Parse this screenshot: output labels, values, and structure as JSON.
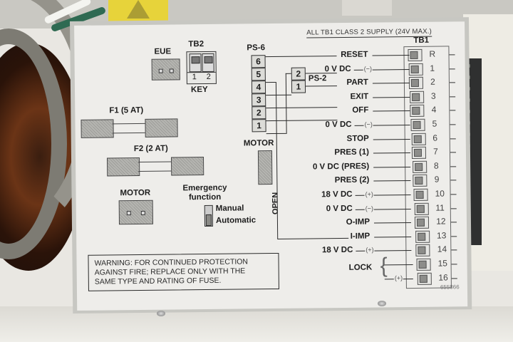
{
  "header_note": "ALL TB1 CLASS 2 SUPPLY (24V MAX.)",
  "eue": {
    "label": "EUE"
  },
  "tb2": {
    "label": "TB2",
    "pins": [
      "1",
      "2"
    ],
    "sublabel": "KEY"
  },
  "fuses": [
    {
      "label": "F1 (5 AT)"
    },
    {
      "label": "F2 (2 AT)"
    }
  ],
  "motor_left": {
    "label": "MOTOR"
  },
  "motor_center": {
    "label": "MOTOR"
  },
  "emergency": {
    "title_line1": "Emergency",
    "title_line2": "function",
    "opt_manual": "Manual",
    "opt_automatic": "Automatic"
  },
  "ps6": {
    "label": "PS-6",
    "pins": [
      "6",
      "5",
      "4",
      "3",
      "2",
      "1"
    ]
  },
  "ps2": {
    "label": "PS-2",
    "pins": [
      "2",
      "1"
    ]
  },
  "open_label": "OPEN",
  "tb1": {
    "label": "TB1",
    "terminals": [
      {
        "num": "R",
        "signal": "RESET",
        "polarity": ""
      },
      {
        "num": "1",
        "signal": "0 V DC",
        "polarity": "(−)"
      },
      {
        "num": "2",
        "signal": "PART",
        "polarity": ""
      },
      {
        "num": "3",
        "signal": "EXIT",
        "polarity": ""
      },
      {
        "num": "4",
        "signal": "OFF",
        "polarity": ""
      },
      {
        "num": "5",
        "signal": "0 V DC",
        "polarity": "(−)"
      },
      {
        "num": "6",
        "signal": "STOP",
        "polarity": ""
      },
      {
        "num": "7",
        "signal": "PRES (1)",
        "polarity": ""
      },
      {
        "num": "8",
        "signal": "0 V DC (PRES)",
        "polarity": ""
      },
      {
        "num": "9",
        "signal": "PRES (2)",
        "polarity": ""
      },
      {
        "num": "10",
        "signal": "18 V DC",
        "polarity": "(+)"
      },
      {
        "num": "11",
        "signal": "0 V DC",
        "polarity": "(−)"
      },
      {
        "num": "12",
        "signal": "O-IMP",
        "polarity": ""
      },
      {
        "num": "13",
        "signal": "I-IMP",
        "polarity": ""
      },
      {
        "num": "14",
        "signal": "18 V DC",
        "polarity": "(+)"
      },
      {
        "num": "15",
        "signal": "",
        "polarity": ""
      },
      {
        "num": "16",
        "signal": "",
        "polarity": "(+)"
      }
    ],
    "lock_label": "LOCK"
  },
  "warning": {
    "line1": "WARNING: FOR CONTINUED PROTECTION",
    "line2": "AGAINST FIRE; REPLACE ONLY WITH THE",
    "line3": "SAME TYPE AND RATING OF FUSE."
  },
  "serial": "655866",
  "colors": {
    "label_bg": "#eeedea",
    "ink": "#1d1d1d",
    "hazard_yellow": "#e7d33a",
    "coil_copper": "#6b3416",
    "cable_gray": "#8c8a82"
  }
}
